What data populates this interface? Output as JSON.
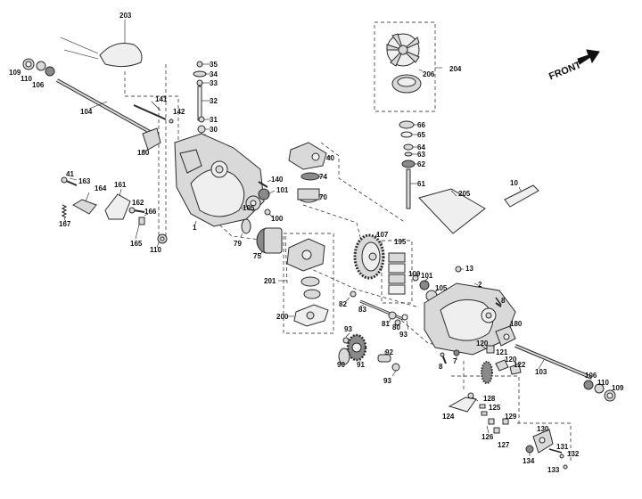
{
  "front_label": "FRONT",
  "labels": [
    {
      "id": "l203",
      "text": "203"
    },
    {
      "id": "l109a",
      "text": "109"
    },
    {
      "id": "l110a",
      "text": "110"
    },
    {
      "id": "l106a",
      "text": "106"
    },
    {
      "id": "l104",
      "text": "104"
    },
    {
      "id": "l35",
      "text": "35"
    },
    {
      "id": "l34",
      "text": "34"
    },
    {
      "id": "l33",
      "text": "33"
    },
    {
      "id": "l32",
      "text": "32"
    },
    {
      "id": "l31",
      "text": "31"
    },
    {
      "id": "l30",
      "text": "30"
    },
    {
      "id": "l141",
      "text": "141"
    },
    {
      "id": "l142",
      "text": "142"
    },
    {
      "id": "l180a",
      "text": "180"
    },
    {
      "id": "l204",
      "text": "204"
    },
    {
      "id": "l206",
      "text": "206"
    },
    {
      "id": "l66",
      "text": "66"
    },
    {
      "id": "l65",
      "text": "65"
    },
    {
      "id": "l64",
      "text": "64"
    },
    {
      "id": "l63",
      "text": "63"
    },
    {
      "id": "l62",
      "text": "62"
    },
    {
      "id": "l61",
      "text": "61"
    },
    {
      "id": "l40",
      "text": "40"
    },
    {
      "id": "l74",
      "text": "74"
    },
    {
      "id": "l70",
      "text": "70"
    },
    {
      "id": "l140",
      "text": "140"
    },
    {
      "id": "l101a",
      "text": "101"
    },
    {
      "id": "l105a",
      "text": "105"
    },
    {
      "id": "l100a",
      "text": "100"
    },
    {
      "id": "l41",
      "text": "41"
    },
    {
      "id": "l163",
      "text": "163"
    },
    {
      "id": "l164",
      "text": "164"
    },
    {
      "id": "l161",
      "text": "161"
    },
    {
      "id": "l162",
      "text": "162"
    },
    {
      "id": "l166",
      "text": "166"
    },
    {
      "id": "l167",
      "text": "167"
    },
    {
      "id": "l165",
      "text": "165"
    },
    {
      "id": "l110b",
      "text": "110"
    },
    {
      "id": "l1",
      "text": "1"
    },
    {
      "id": "l79",
      "text": "79"
    },
    {
      "id": "l75",
      "text": "75"
    },
    {
      "id": "l205",
      "text": "205"
    },
    {
      "id": "l10",
      "text": "10"
    },
    {
      "id": "l107",
      "text": "107"
    },
    {
      "id": "l195",
      "text": "195"
    },
    {
      "id": "l100b",
      "text": "100"
    },
    {
      "id": "l101b",
      "text": "101"
    },
    {
      "id": "l105b",
      "text": "105"
    },
    {
      "id": "l13",
      "text": "13"
    },
    {
      "id": "l2",
      "text": "2"
    },
    {
      "id": "l8a",
      "text": "8"
    },
    {
      "id": "l201",
      "text": "201"
    },
    {
      "id": "l200",
      "text": "200"
    },
    {
      "id": "l82",
      "text": "82"
    },
    {
      "id": "l83",
      "text": "83"
    },
    {
      "id": "l81",
      "text": "81"
    },
    {
      "id": "l80",
      "text": "80"
    },
    {
      "id": "l93a",
      "text": "93"
    },
    {
      "id": "l93b",
      "text": "93"
    },
    {
      "id": "l180b",
      "text": "180"
    },
    {
      "id": "l120a",
      "text": "120"
    },
    {
      "id": "l121",
      "text": "121"
    },
    {
      "id": "l120b",
      "text": "120"
    },
    {
      "id": "l122",
      "text": "122"
    },
    {
      "id": "l103",
      "text": "103"
    },
    {
      "id": "l7",
      "text": "7"
    },
    {
      "id": "l8b",
      "text": "8"
    },
    {
      "id": "l90",
      "text": "90"
    },
    {
      "id": "l91",
      "text": "91"
    },
    {
      "id": "l92",
      "text": "92"
    },
    {
      "id": "l93c",
      "text": "93"
    },
    {
      "id": "l106b",
      "text": "106"
    },
    {
      "id": "l110c",
      "text": "110"
    },
    {
      "id": "l109b",
      "text": "109"
    },
    {
      "id": "l128",
      "text": "128"
    },
    {
      "id": "l125",
      "text": "125"
    },
    {
      "id": "l124",
      "text": "124"
    },
    {
      "id": "l129",
      "text": "129"
    },
    {
      "id": "l126",
      "text": "126"
    },
    {
      "id": "l127",
      "text": "127"
    },
    {
      "id": "l130",
      "text": "130"
    },
    {
      "id": "l134",
      "text": "134"
    },
    {
      "id": "l131",
      "text": "131"
    },
    {
      "id": "l132",
      "text": "132"
    },
    {
      "id": "l133",
      "text": "133"
    }
  ]
}
